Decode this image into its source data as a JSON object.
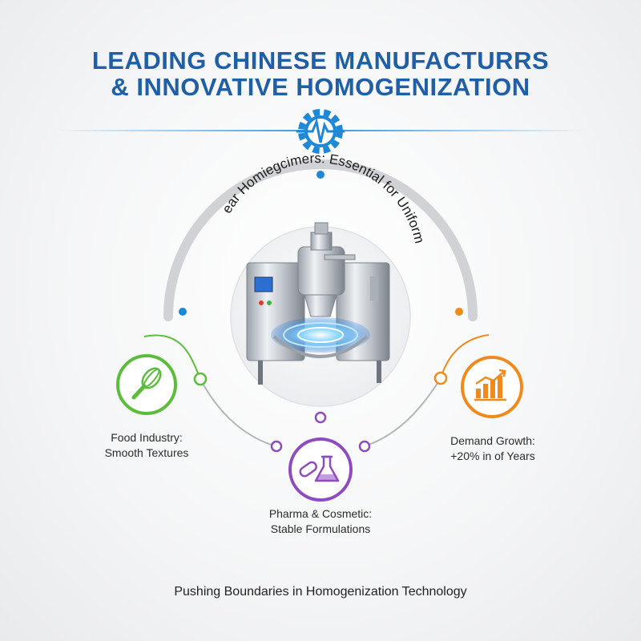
{
  "title": {
    "line1": "LEADING CHINESE MANUFACTURRS",
    "line2": "& INNOVATIVE HOMOGENIZATION"
  },
  "center": {
    "arc_text": "High-Shear Homiegcimers: Essential for Uniform Mixtures",
    "image": "homogenizer-machine"
  },
  "features": [
    {
      "icon": "whisk-icon",
      "line1": "Food Industry:",
      "line2": "Smooth Textures",
      "color": "#5cbd3c"
    },
    {
      "icon": "flask-pill-icon",
      "line1": "Pharma & Cosmetic:",
      "line2": "Stable Formulations",
      "color": "#8e4cc1"
    },
    {
      "icon": "bar-chart-growth-icon",
      "line1": "Demand Growth:",
      "line2": "+20% in of Years",
      "color": "#f08a1c"
    }
  ],
  "footer": "Pushing Boundaries in Homogenization Technology",
  "colors": {
    "title": "#1f5fa8",
    "accent_blue": "#1e88d6",
    "arc_gray": "#cfd1d4"
  }
}
